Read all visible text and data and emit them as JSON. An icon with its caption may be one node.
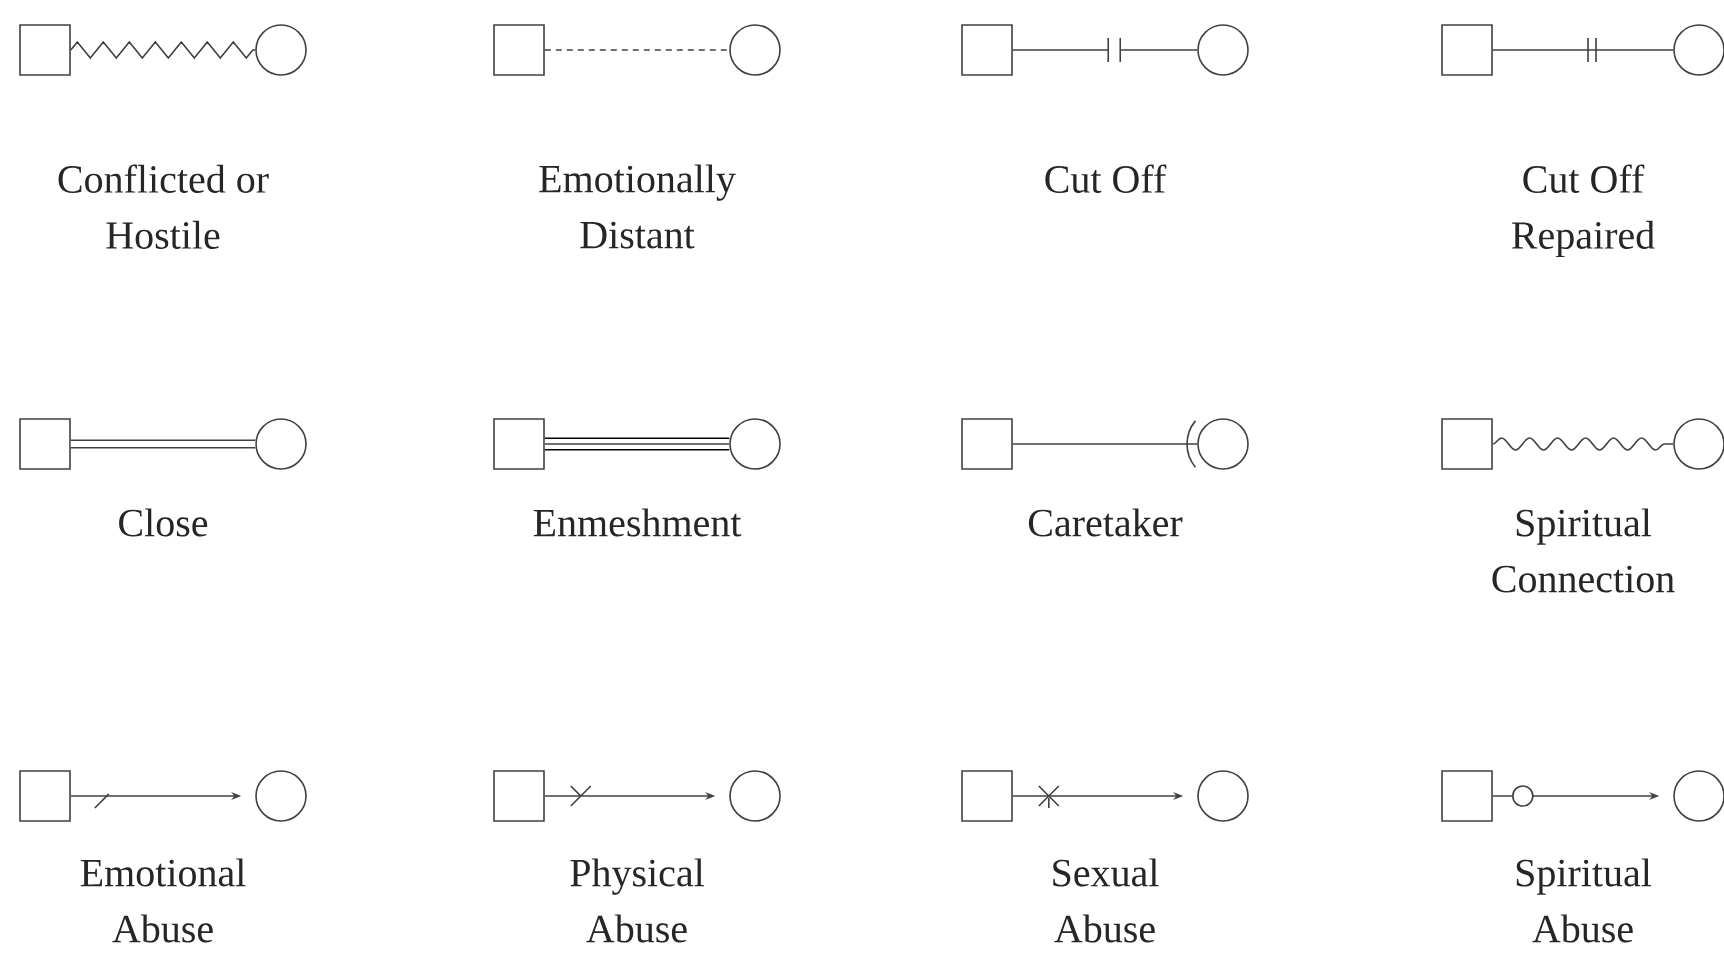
{
  "diagram": {
    "nodes": [
      {
        "text": [],
        "shape": "box"
      },
      {
        "text": [],
        "shape": "circle"
      },
      {
        "text": [],
        "shape": "box"
      },
      {
        "text": [],
        "shape": "circle"
      },
      {
        "text": [],
        "shape": "box"
      },
      {
        "text": [],
        "shape": "circle"
      },
      {
        "text": [],
        "shape": "box"
      },
      {
        "text": [],
        "shape": "circle"
      },
      {
        "text": [],
        "shape": "box"
      },
      {
        "text": [],
        "shape": "circle"
      },
      {
        "text": [],
        "shape": "box"
      },
      {
        "text": [],
        "shape": "circle"
      },
      {
        "text": [],
        "shape": "box"
      },
      {
        "text": [],
        "shape": "circle"
      },
      {
        "text": [],
        "shape": "box"
      },
      {
        "text": [],
        "shape": "circle"
      },
      {
        "text": [],
        "shape": "box"
      },
      {
        "text": [],
        "shape": "circle"
      },
      {
        "text": [],
        "shape": "box"
      },
      {
        "text": [],
        "shape": "circle"
      },
      {
        "text": [],
        "shape": "box"
      },
      {
        "text": [],
        "shape": "circle"
      },
      {
        "text": [],
        "shape": "box"
      },
      {
        "text": [],
        "shape": "circle"
      }
    ],
    "edges": [
      {
        "from": 0,
        "to": 1,
        "arrow": "none"
      },
      {
        "from": 2,
        "to": 3,
        "arrow": "none",
        "style": "dashed"
      },
      {
        "from": 4,
        "to": 5,
        "arrow": "none"
      },
      {
        "from": 6,
        "to": 7,
        "arrow": "none"
      },
      {
        "from": 8,
        "to": 9,
        "arrow": "none",
        "style": "thick"
      },
      {
        "from": 10,
        "to": 11,
        "arrow": "none",
        "style": "thick"
      },
      {
        "from": 12,
        "to": 13,
        "arrow": "none"
      },
      {
        "from": 14,
        "to": 15,
        "arrow": "none"
      },
      {
        "from": 16,
        "to": 17,
        "arrow": "to"
      },
      {
        "from": 18,
        "to": 19,
        "arrow": "to"
      },
      {
        "from": 20,
        "to": 21,
        "arrow": "to"
      },
      {
        "from": 22,
        "to": 23,
        "arrow": "to"
      }
    ],
    "labels": [
      "Conflicted or Hostile",
      "Emotionally Distant",
      "Cut Off",
      "Cut Off Repaired",
      "Close",
      "Enmeshment",
      "Caretaker",
      "Spiritual Connection",
      "Emotional Abuse",
      "Physical Abuse",
      "Sexual Abuse",
      "Spiritual Abuse"
    ]
  }
}
